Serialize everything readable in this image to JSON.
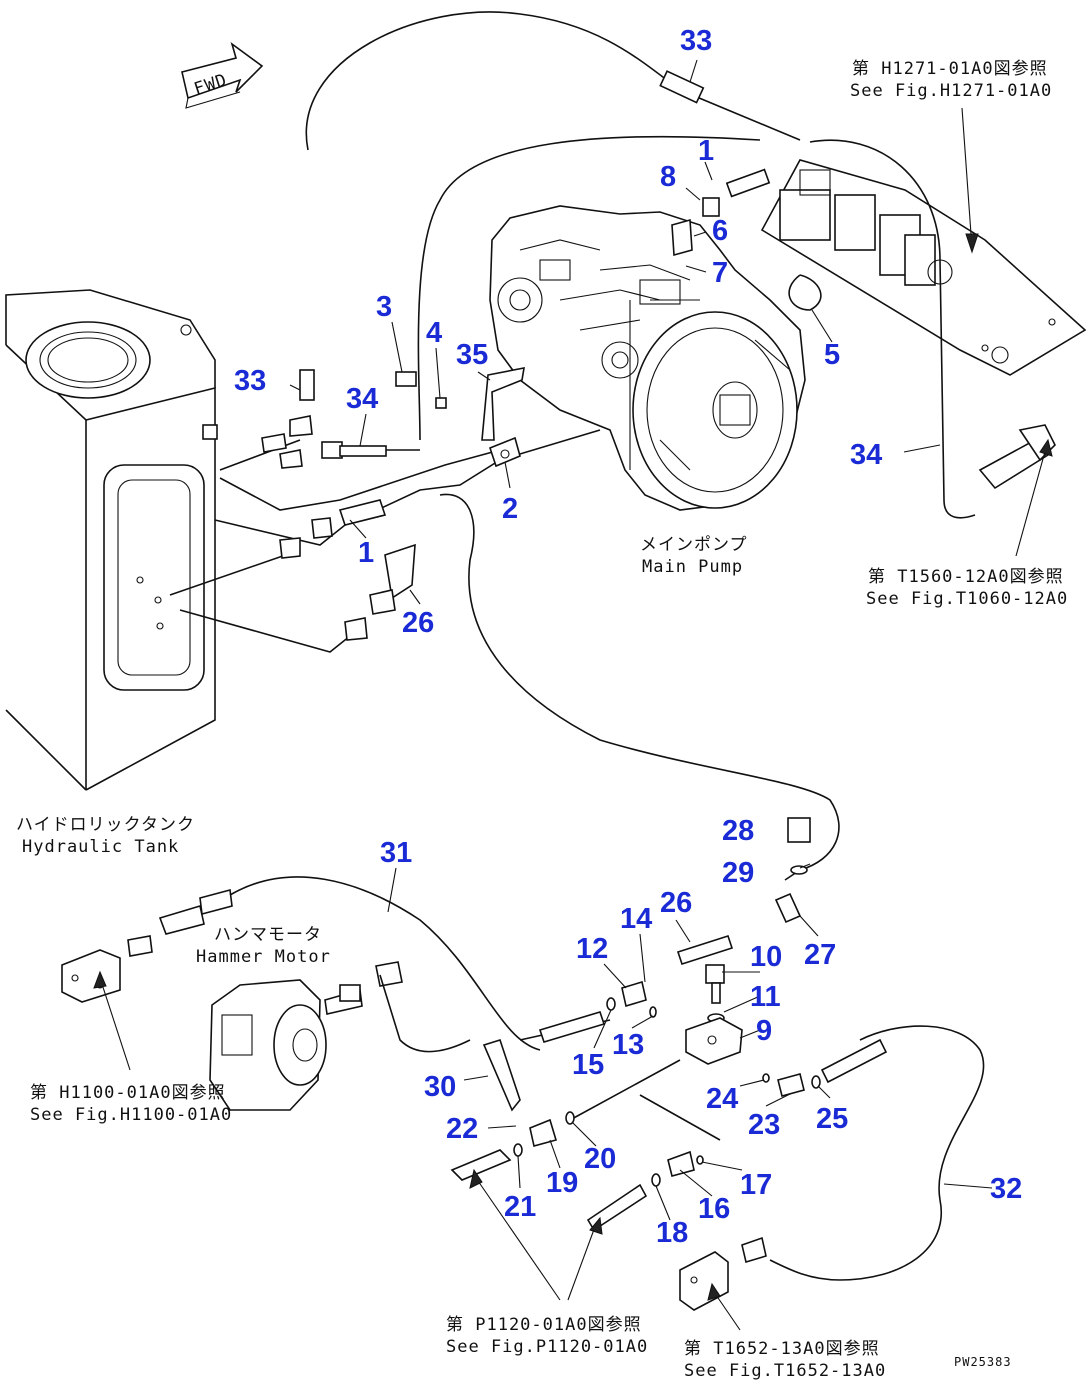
{
  "direction_marker": "FWD",
  "callouts": [
    {
      "id": "c33a",
      "label": "33"
    },
    {
      "id": "c1a",
      "label": "1"
    },
    {
      "id": "c8",
      "label": "8"
    },
    {
      "id": "c6",
      "label": "6"
    },
    {
      "id": "c7",
      "label": "7"
    },
    {
      "id": "c3",
      "label": "3"
    },
    {
      "id": "c4",
      "label": "4"
    },
    {
      "id": "c35",
      "label": "35"
    },
    {
      "id": "c5",
      "label": "5"
    },
    {
      "id": "c33b",
      "label": "33"
    },
    {
      "id": "c34a",
      "label": "34"
    },
    {
      "id": "c34b",
      "label": "34"
    },
    {
      "id": "c2",
      "label": "2"
    },
    {
      "id": "c1b",
      "label": "1"
    },
    {
      "id": "c26a",
      "label": "26"
    },
    {
      "id": "c28",
      "label": "28"
    },
    {
      "id": "c29",
      "label": "29"
    },
    {
      "id": "c31",
      "label": "31"
    },
    {
      "id": "c26b",
      "label": "26"
    },
    {
      "id": "c14",
      "label": "14"
    },
    {
      "id": "c12",
      "label": "12"
    },
    {
      "id": "c10",
      "label": "10"
    },
    {
      "id": "c27",
      "label": "27"
    },
    {
      "id": "c11",
      "label": "11"
    },
    {
      "id": "c9",
      "label": "9"
    },
    {
      "id": "c13",
      "label": "13"
    },
    {
      "id": "c15",
      "label": "15"
    },
    {
      "id": "c30",
      "label": "30"
    },
    {
      "id": "c24",
      "label": "24"
    },
    {
      "id": "c25",
      "label": "25"
    },
    {
      "id": "c23",
      "label": "23"
    },
    {
      "id": "c22",
      "label": "22"
    },
    {
      "id": "c20",
      "label": "20"
    },
    {
      "id": "c19",
      "label": "19"
    },
    {
      "id": "c17",
      "label": "17"
    },
    {
      "id": "c32",
      "label": "32"
    },
    {
      "id": "c21",
      "label": "21"
    },
    {
      "id": "c16",
      "label": "16"
    },
    {
      "id": "c18",
      "label": "18"
    }
  ],
  "references": {
    "ref_top_right_jp": "第 H1271-01A0図参照",
    "ref_top_right_en": "See Fig.H1271-01A0",
    "ref_right_jp": "第 T1560-12A0図参照",
    "ref_right_en": "See Fig.T1060-12A0",
    "main_pump_jp": "メインポンプ",
    "main_pump_en": "Main Pump",
    "tank_jp": "ハイドロリックタンク",
    "tank_en": "Hydraulic Tank",
    "hammer_jp": "ハンマモータ",
    "hammer_en": "Hammer Motor",
    "ref_h1100_jp": "第 H1100-01A0図参照",
    "ref_h1100_en": "See Fig.H1100-01A0",
    "ref_p1120_jp": "第 P1120-01A0図参照",
    "ref_p1120_en": "See Fig.P1120-01A0",
    "ref_t1652_jp": "第 T1652-13A0図参照",
    "ref_t1652_en": "See Fig.T1652-13A0",
    "drawing_code": "PW25383"
  }
}
